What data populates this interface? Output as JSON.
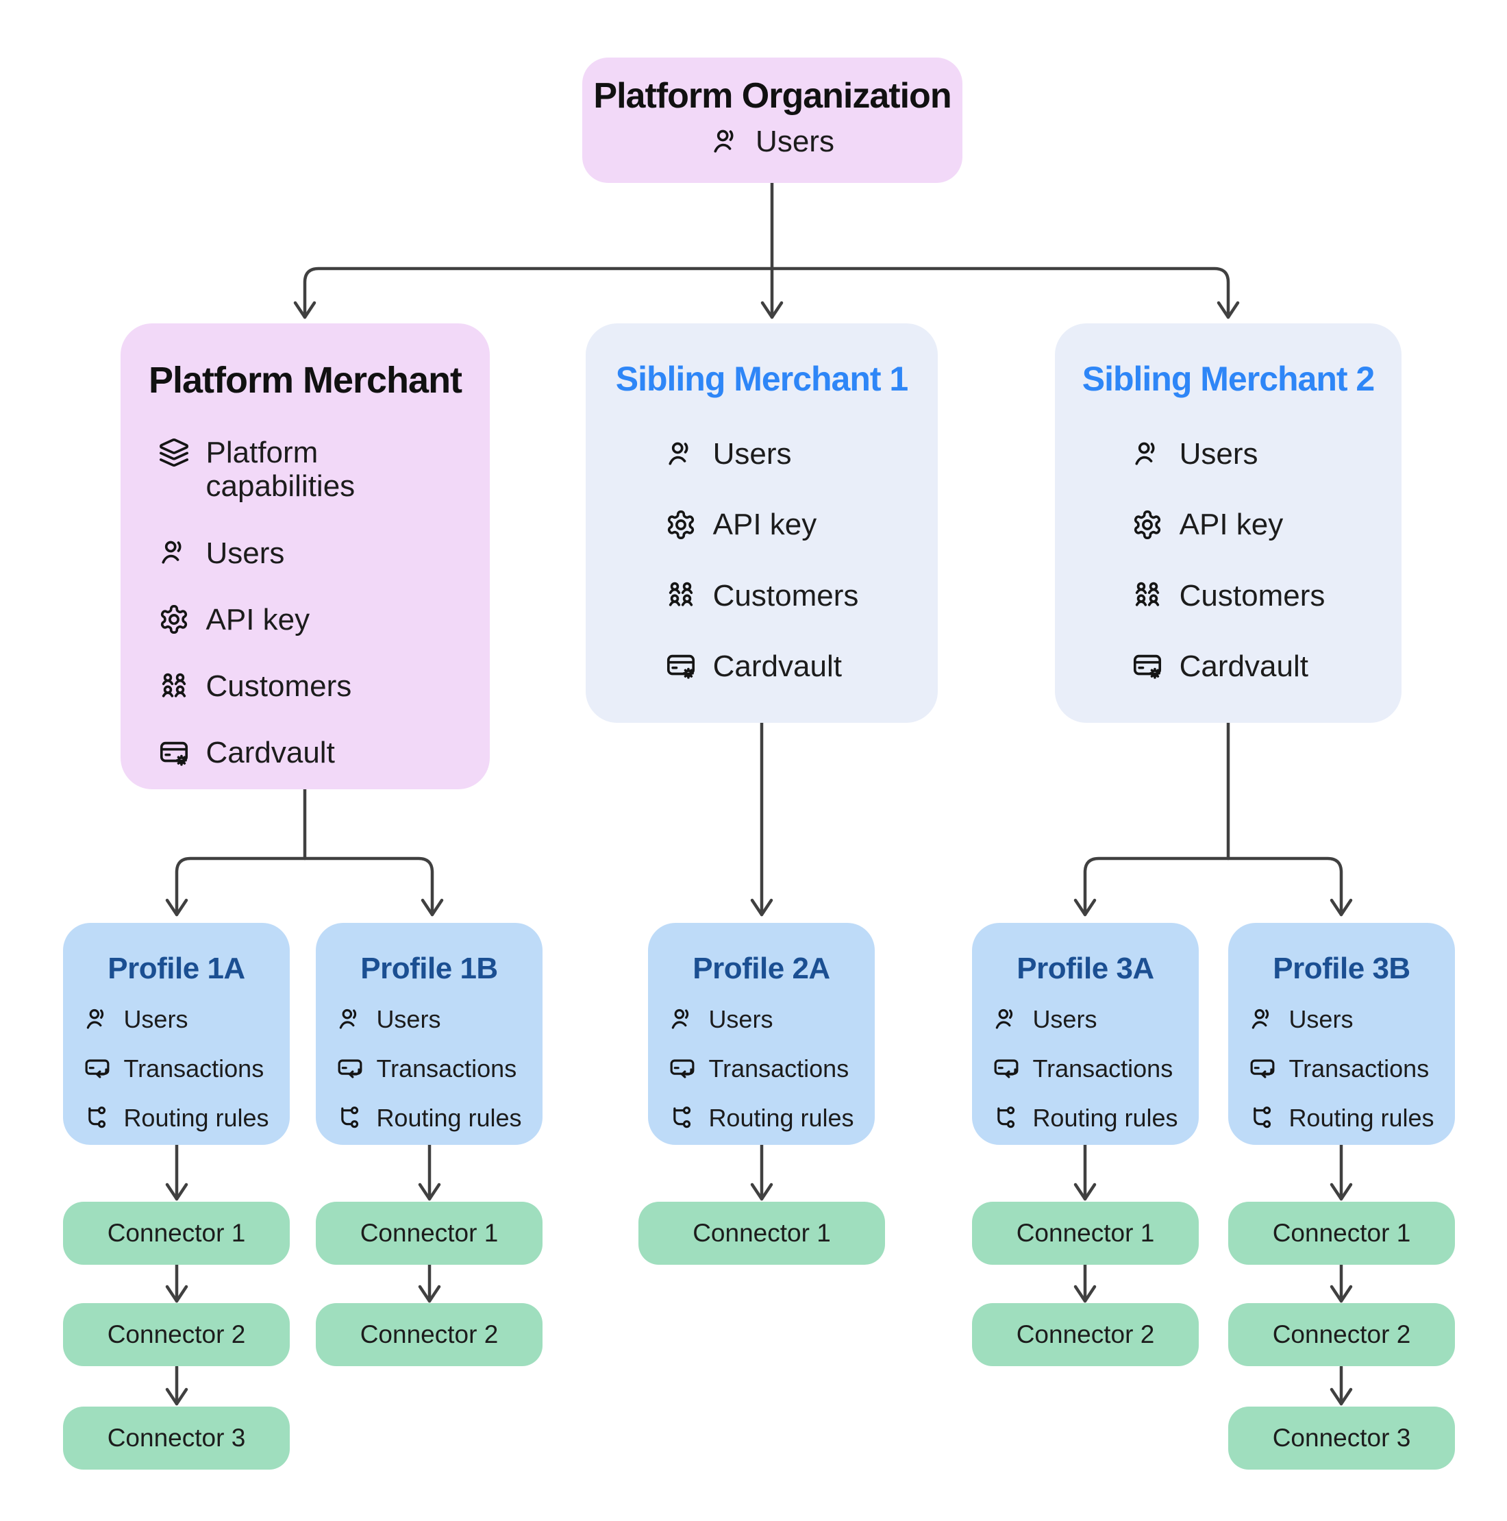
{
  "colors": {
    "background": "#ffffff",
    "org_box": "#f2d9f8",
    "platform_merchant_box": "#f2d9f8",
    "sibling_merchant_box": "#e9eef9",
    "profile_box": "#bedbf8",
    "connector_box": "#9fdebe",
    "arrow": "#404040",
    "title_dark": "#111111",
    "title_blue": "#2e86f7",
    "title_navy": "#1b4f92",
    "item_text": "#1c1c1c"
  },
  "org": {
    "title": "Platform Organization",
    "items": [
      {
        "icon": "users-icon",
        "label": "Users"
      }
    ]
  },
  "merchants": [
    {
      "title": "Platform Merchant",
      "items": [
        {
          "icon": "layers-icon",
          "label": "Platform capabilities"
        },
        {
          "icon": "users-icon",
          "label": "Users"
        },
        {
          "icon": "gear-icon",
          "label": "API key"
        },
        {
          "icon": "customers-icon",
          "label": "Customers"
        },
        {
          "icon": "cardvault-icon",
          "label": "Cardvault"
        }
      ]
    },
    {
      "title": "Sibling Merchant 1",
      "items": [
        {
          "icon": "users-icon",
          "label": "Users"
        },
        {
          "icon": "gear-icon",
          "label": "API key"
        },
        {
          "icon": "customers-icon",
          "label": "Customers"
        },
        {
          "icon": "cardvault-icon",
          "label": "Cardvault"
        }
      ]
    },
    {
      "title": "Sibling Merchant 2",
      "items": [
        {
          "icon": "users-icon",
          "label": "Users"
        },
        {
          "icon": "gear-icon",
          "label": "API key"
        },
        {
          "icon": "customers-icon",
          "label": "Customers"
        },
        {
          "icon": "cardvault-icon",
          "label": "Cardvault"
        }
      ]
    }
  ],
  "profiles": [
    {
      "title": "Profile 1A",
      "items": [
        {
          "icon": "users-icon",
          "label": "Users"
        },
        {
          "icon": "transactions-icon",
          "label": "Transactions"
        },
        {
          "icon": "routing-rules-icon",
          "label": "Routing rules"
        }
      ]
    },
    {
      "title": "Profile 1B",
      "items": [
        {
          "icon": "users-icon",
          "label": "Users"
        },
        {
          "icon": "transactions-icon",
          "label": "Transactions"
        },
        {
          "icon": "routing-rules-icon",
          "label": "Routing rules"
        }
      ]
    },
    {
      "title": "Profile 2A",
      "items": [
        {
          "icon": "users-icon",
          "label": "Users"
        },
        {
          "icon": "transactions-icon",
          "label": "Transactions"
        },
        {
          "icon": "routing-rules-icon",
          "label": "Routing rules"
        }
      ]
    },
    {
      "title": "Profile 3A",
      "items": [
        {
          "icon": "users-icon",
          "label": "Users"
        },
        {
          "icon": "transactions-icon",
          "label": "Transactions"
        },
        {
          "icon": "routing-rules-icon",
          "label": "Routing rules"
        }
      ]
    },
    {
      "title": "Profile 3B",
      "items": [
        {
          "icon": "users-icon",
          "label": "Users"
        },
        {
          "icon": "transactions-icon",
          "label": "Transactions"
        },
        {
          "icon": "routing-rules-icon",
          "label": "Routing rules"
        }
      ]
    }
  ],
  "connector_chains": [
    {
      "profile": "Profile 1A",
      "nodes": [
        "Connector 1",
        "Connector 2",
        "Connector 3"
      ]
    },
    {
      "profile": "Profile 1B",
      "nodes": [
        "Connector 1",
        "Connector 2"
      ]
    },
    {
      "profile": "Profile 2A",
      "nodes": [
        "Connector 1"
      ]
    },
    {
      "profile": "Profile 3A",
      "nodes": [
        "Connector 1",
        "Connector 2"
      ]
    },
    {
      "profile": "Profile 3B",
      "nodes": [
        "Connector 1",
        "Connector 2",
        "Connector 3"
      ]
    }
  ]
}
